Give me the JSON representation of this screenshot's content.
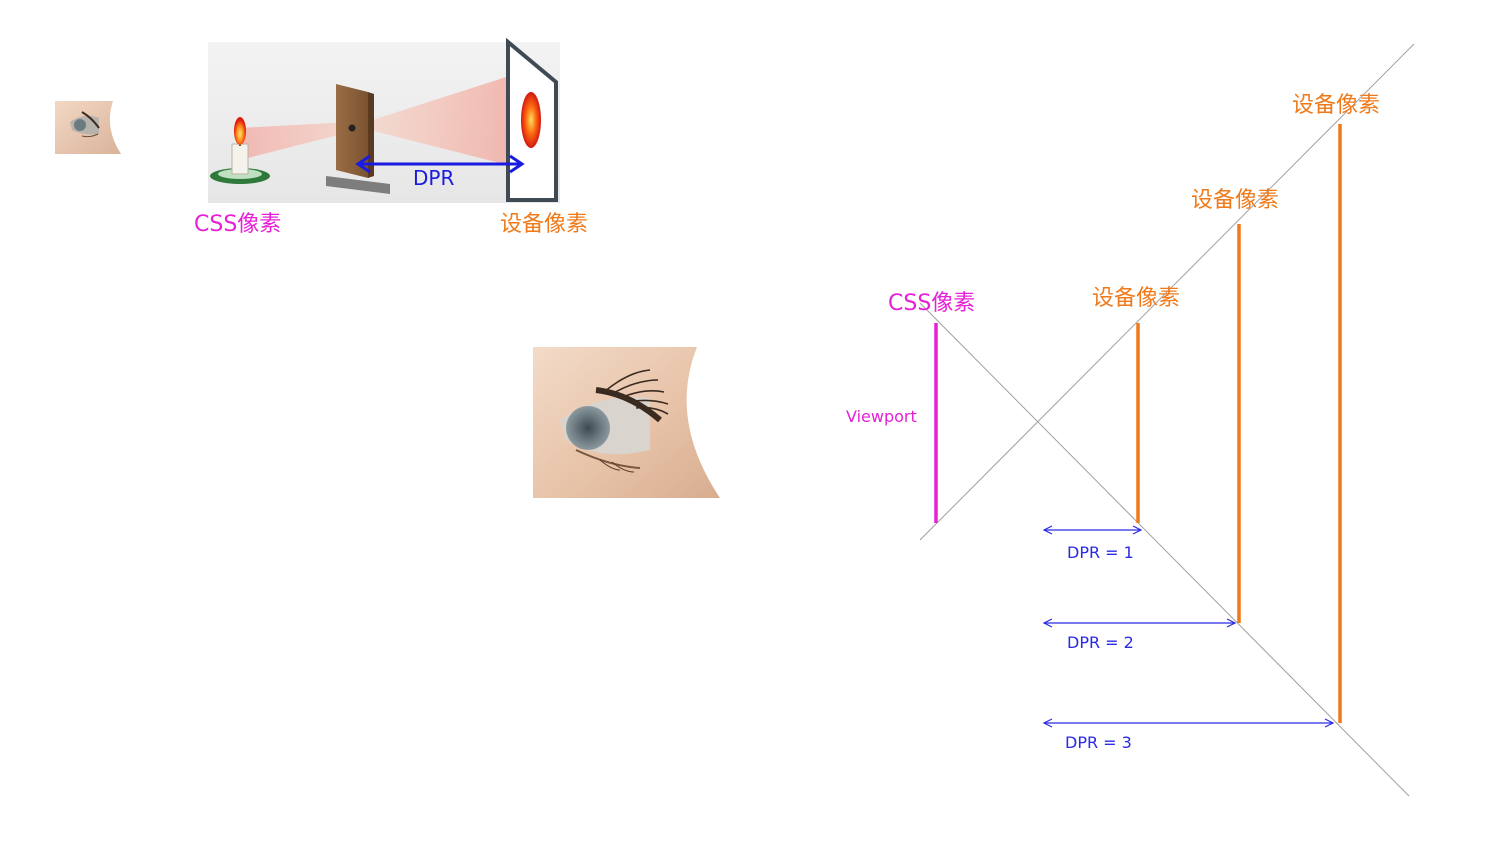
{
  "colors": {
    "css_pixel": "#e620d6",
    "device_pixel": "#f07a1a",
    "dpr_arrow": "#1a1ae0",
    "guide_line": "#a0a0a0"
  },
  "labels": {
    "css_pixel": "CSS像素",
    "device_pixel": "设备像素",
    "dpr": "DPR",
    "viewport": "Viewport",
    "dpr_1": "DPR = 1",
    "dpr_2": "DPR = 2",
    "dpr_3": "DPR = 3"
  },
  "icons": {
    "small_eye": "eye-photo-icon",
    "large_eye": "eye-photo-icon",
    "pinhole": "pinhole-camera-illustration"
  }
}
